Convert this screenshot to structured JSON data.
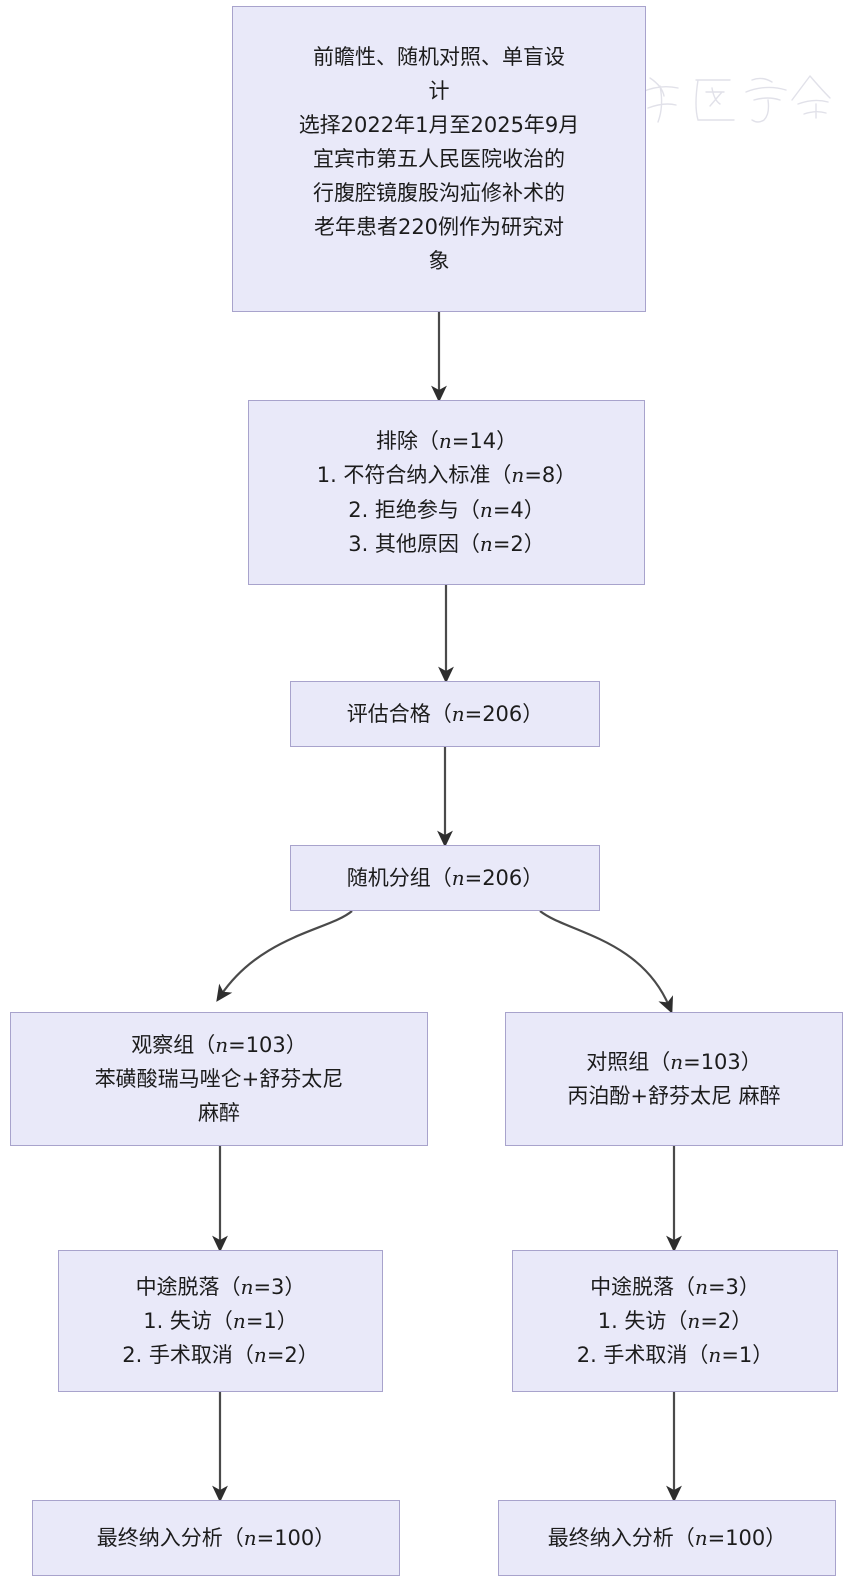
{
  "figure": {
    "type": "flowchart",
    "kind": "CONSORT-style participant flow diagram",
    "language": "zh-CN",
    "colors": {
      "box_fill": "#e9e9f9",
      "box_border": "#a8a3cc",
      "text": "#1c1c1c",
      "connector": "#3a3a3a",
      "background": "#ffffff",
      "watermark": "#b9b9cf"
    }
  },
  "watermark": {
    "text": "中华医学会",
    "emblem": "circular-medical-emblem"
  },
  "nodes": {
    "design": {
      "name": "study-design",
      "lines": [
        "前瞻性、随机对照、单盲设",
        "计",
        "选择2022年1月至2025年9月",
        "宜宾市第五人民医院收治的",
        "行腹腔镜腹股沟疝修补术的",
        "老年患者220例作为研究对",
        "象"
      ]
    },
    "excluded": {
      "name": "excluded",
      "lines": [
        "排除（n=14）",
        "1. 不符合纳入标准（n=8）",
        "2. 拒绝参与（n=4）",
        "3. 其他原因（n=2）"
      ],
      "total": 14,
      "reasons": [
        {
          "label": "不符合纳入标准",
          "n": 8
        },
        {
          "label": "拒绝参与",
          "n": 4
        },
        {
          "label": "其他原因",
          "n": 2
        }
      ]
    },
    "eligible": {
      "name": "assessed-eligible",
      "lines": [
        "评估合格（n=206）"
      ],
      "n": 206
    },
    "randomized": {
      "name": "randomized",
      "lines": [
        "随机分组（n=206）"
      ],
      "n": 206
    },
    "observation_group": {
      "name": "observation-group",
      "lines": [
        "观察组（n=103）",
        "苯磺酸瑞马唑仑+舒芬太尼",
        "麻醉"
      ],
      "n": 103
    },
    "control_group": {
      "name": "control-group",
      "lines": [
        "对照组（n=103）",
        "丙泊酚+舒芬太尼 麻醉"
      ],
      "n": 103
    },
    "observation_dropout": {
      "name": "observation-dropout",
      "lines": [
        "中途脱落（n=3）",
        "1. 失访（n=1）",
        "2. 手术取消（n=2）"
      ],
      "total": 3,
      "reasons": [
        {
          "label": "失访",
          "n": 1
        },
        {
          "label": "手术取消",
          "n": 2
        }
      ]
    },
    "control_dropout": {
      "name": "control-dropout",
      "lines": [
        "中途脱落（n=3）",
        "1. 失访（n=2）",
        "2. 手术取消（n=1）"
      ],
      "total": 3,
      "reasons": [
        {
          "label": "失访",
          "n": 2
        },
        {
          "label": "手术取消",
          "n": 1
        }
      ]
    },
    "observation_final": {
      "name": "observation-final-analysis",
      "lines": [
        "最终纳入分析（n=100）"
      ],
      "n": 100
    },
    "control_final": {
      "name": "control-final-analysis",
      "lines": [
        "最终纳入分析（n=100）"
      ],
      "n": 100
    }
  },
  "edges": [
    {
      "from": "design",
      "to": "excluded",
      "style": "straight-arrow"
    },
    {
      "from": "excluded",
      "to": "eligible",
      "style": "straight-arrow"
    },
    {
      "from": "eligible",
      "to": "randomized",
      "style": "straight-arrow"
    },
    {
      "from": "randomized",
      "to": "observation_group",
      "style": "curved-arrow"
    },
    {
      "from": "randomized",
      "to": "control_group",
      "style": "curved-arrow"
    },
    {
      "from": "observation_group",
      "to": "observation_dropout",
      "style": "straight-arrow"
    },
    {
      "from": "control_group",
      "to": "control_dropout",
      "style": "straight-arrow"
    },
    {
      "from": "observation_dropout",
      "to": "observation_final",
      "style": "straight-arrow"
    },
    {
      "from": "control_dropout",
      "to": "control_final",
      "style": "straight-arrow"
    }
  ]
}
